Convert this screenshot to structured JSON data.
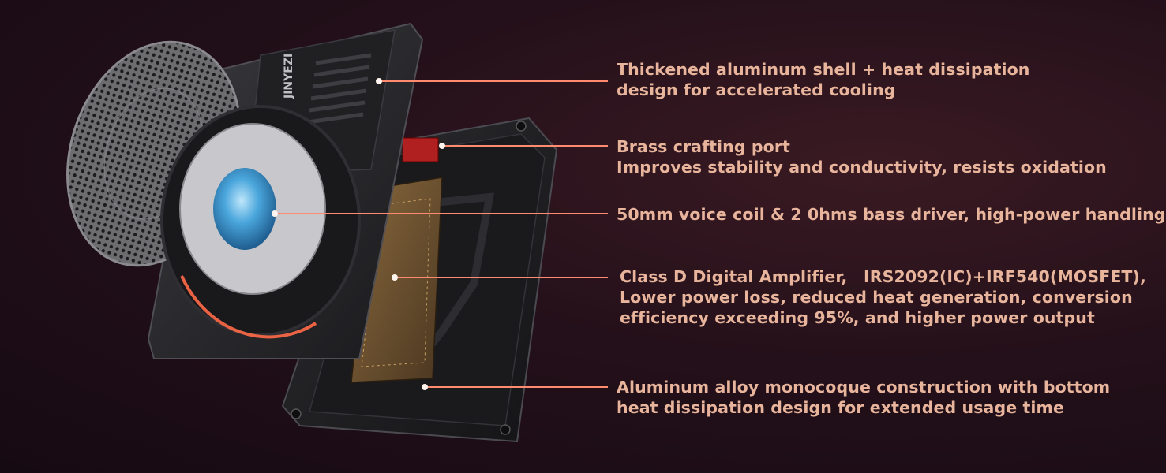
{
  "brand": {
    "logo_text": "JINYEZI"
  },
  "callouts": [
    {
      "id": "shell",
      "lines": [
        "Thickened aluminum shell + heat dissipation",
        "design for accelerated cooling"
      ]
    },
    {
      "id": "port",
      "lines": [
        "Brass crafting port",
        "Improves stability and conductivity, resists oxidation"
      ]
    },
    {
      "id": "driver",
      "lines": [
        "50mm voice coil & 2 0hms bass driver, high-power handling"
      ]
    },
    {
      "id": "amp",
      "lines": [
        "Class D Digital Amplifier,　IRS2092(IC)+IRF540(MOSFET),",
        "Lower power loss, reduced heat generation, conversion",
        "efficiency exceeding 95%, and higher power output"
      ]
    },
    {
      "id": "base",
      "lines": [
        "Aluminum alloy monocoque construction with bottom",
        "heat dissipation design for extended usage time"
      ]
    }
  ],
  "colors": {
    "callout_text": "#e8b59c",
    "accent_glow": "#ff6a48",
    "driver_cone": "#4aa6dc",
    "background": "#1e0d15"
  }
}
